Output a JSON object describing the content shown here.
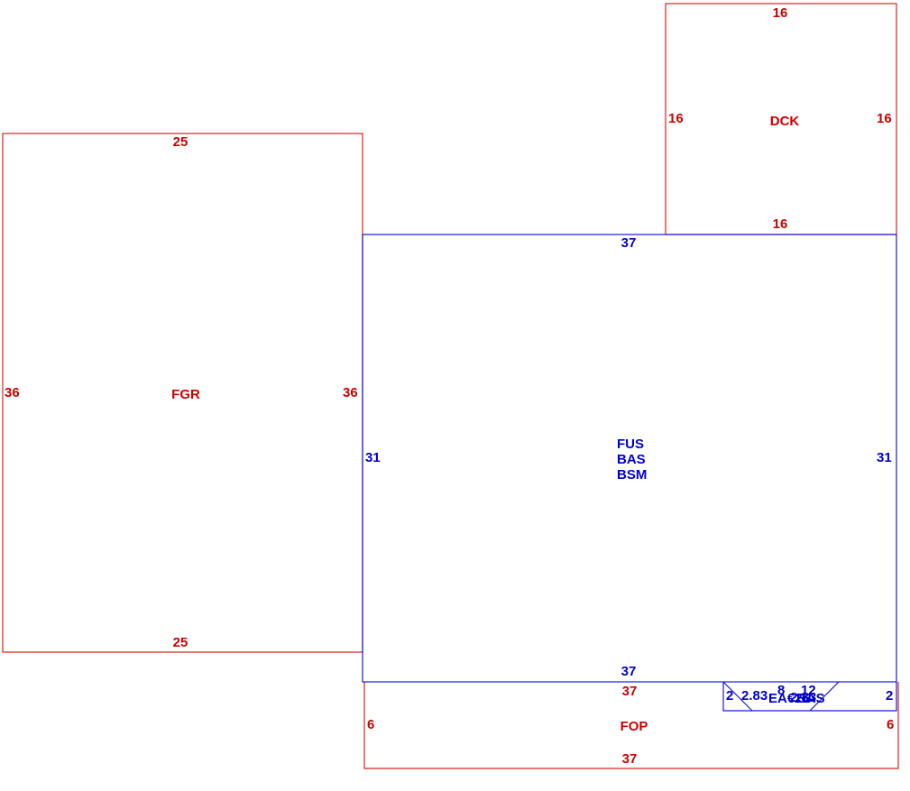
{
  "colors": {
    "red": "#cc0000",
    "blue": "#0000cc"
  },
  "fgr": {
    "name": "FGR",
    "top": "25",
    "bottom": "25",
    "left": "36",
    "right": "36"
  },
  "dck": {
    "name": "DCK",
    "top": "16",
    "bottom": "16",
    "left": "16",
    "right": "16"
  },
  "main": {
    "names": [
      "FUS",
      "BAS",
      "BSM"
    ],
    "top": "37",
    "bottom": "37",
    "left": "31",
    "right": "31"
  },
  "fop": {
    "name": "FOP",
    "top": "37",
    "bottom": "37",
    "left": "6",
    "right": "6"
  },
  "bay": {
    "name": "BAS",
    "overlap_text": "EA€2B",
    "left": "2",
    "right": "2",
    "diag": "2.83",
    "top_a": "8",
    "top_b": "12",
    "top_c": "2.83"
  }
}
